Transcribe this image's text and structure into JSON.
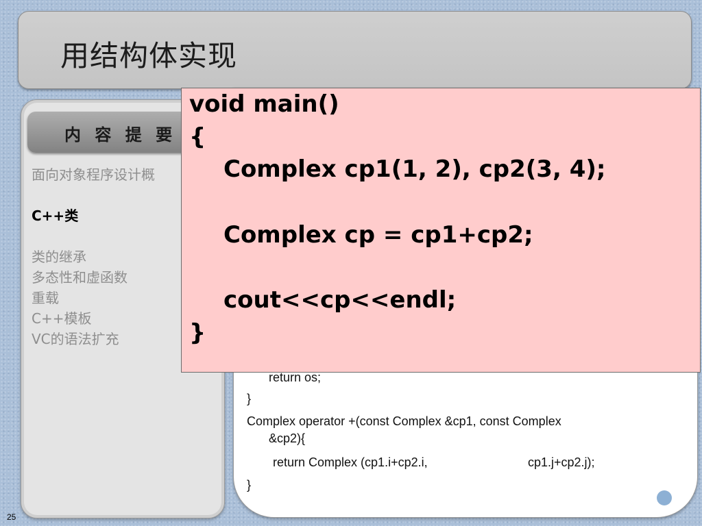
{
  "slide": {
    "title": "用结构体实现",
    "page_number": "25"
  },
  "outline": {
    "header": "内 容 提 要",
    "items": [
      {
        "label": "面向对象程序设计概",
        "active": false
      },
      {
        "label": "C++类",
        "active": true
      },
      {
        "label": "类的继承",
        "active": false
      },
      {
        "label": "多态性和虚函数",
        "active": false
      },
      {
        "label": "重载",
        "active": false
      },
      {
        "label": "C++模板",
        "active": false
      },
      {
        "label": "VC的语法扩充",
        "active": false
      }
    ]
  },
  "code_background": {
    "lines": [
      "return os;",
      "}",
      "Complex operator +(const Complex &cp1, const Complex",
      "&cp2){",
      "return Complex (cp1.i+cp2.i,",
      "cp1.j+cp2.j);",
      "}"
    ]
  },
  "code_popup": {
    "lines": [
      "void main()",
      "{",
      "Complex cp1(1, 2), cp2(3, 4);",
      "Complex cp = cp1+cp2;",
      "cout<<cp<<endl;",
      "}"
    ]
  },
  "colors": {
    "popup_background": "#ffcccc",
    "slide_background": "#aabfd8"
  }
}
